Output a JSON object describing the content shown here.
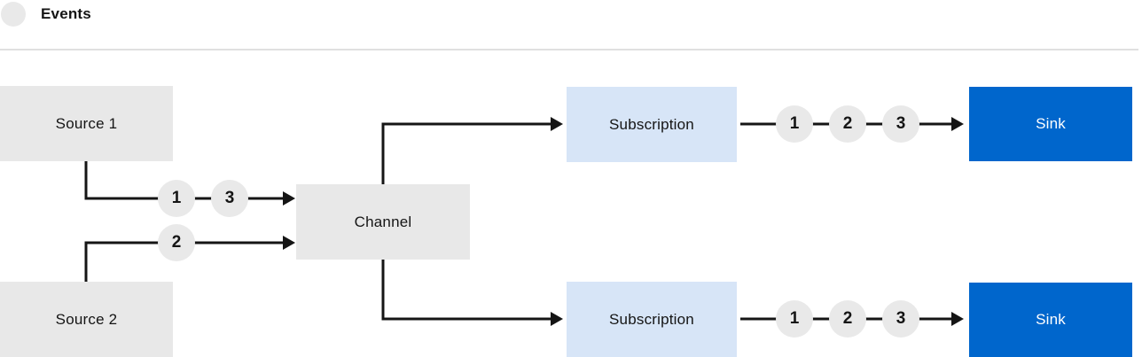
{
  "legend": {
    "label": "Events"
  },
  "nodes": {
    "source1": "Source 1",
    "source2": "Source 2",
    "channel": "Channel",
    "subscription_top": "Subscription",
    "subscription_bottom": "Subscription",
    "sink_top": "Sink",
    "sink_bottom": "Sink"
  },
  "event_rows": {
    "source_top": [
      "1",
      "3"
    ],
    "source_bottom": [
      "2"
    ],
    "sub_top": [
      "1",
      "2",
      "3"
    ],
    "sub_bottom": [
      "1",
      "2",
      "3"
    ]
  },
  "colors": {
    "background": "#ffffff",
    "node_gray": "#e8e8e8",
    "subscription_blue": "#d7e5f7",
    "sink_blue": "#0066cc",
    "wire": "#151515",
    "event_circle": "#e9e9e9",
    "divider": "#e0e0e0",
    "text_dark": "#151515",
    "text_light": "#ffffff"
  }
}
